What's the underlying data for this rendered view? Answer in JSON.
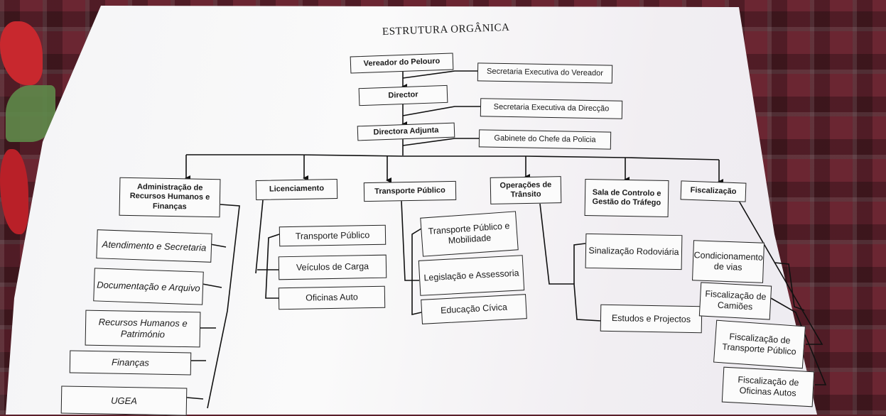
{
  "title": "ESTRUTURA ORGÂNICA",
  "top": {
    "vereador": "Vereador do Pelouro",
    "sec_vereador": "Secretaria Executiva do Vereador",
    "director": "Director",
    "sec_direccao": "Secretaria Executiva da Direcção",
    "directora_adjunta": "Directora Adjunta",
    "gabinete": "Gabinete do Chefe da Policia"
  },
  "departments": {
    "admin": "Administração de Recursos Humanos e Finanças",
    "licenciamento": "Licenciamento",
    "transporte": "Transporte Público",
    "operacoes": "Operações de Trânsito",
    "sala": "Sala de Controlo e Gestão do Tráfego",
    "fiscalizacao": "Fiscalização"
  },
  "admin_units": [
    "Atendimento e Secretaria",
    "Documentação e Arquivo",
    "Recursos Humanos e Património",
    "Finanças",
    "UGEA"
  ],
  "licenciamento_units": [
    "Transporte Público",
    "Veículos de Carga",
    "Oficinas Auto"
  ],
  "transporte_units": [
    "Transporte Público e Mobilidade",
    "Legislação e Assessoria",
    "Educação Cívica"
  ],
  "sala_units": [
    "Sinalização Rodoviária",
    "Estudos e Projectos"
  ],
  "fiscalizacao_units": [
    "Condicionamento de vias",
    "Fiscalização de Camiões",
    "Fiscalização de Transporte Público",
    "Fiscalização de Oficinas Autos"
  ]
}
